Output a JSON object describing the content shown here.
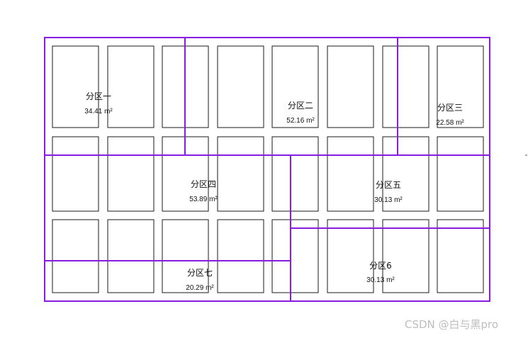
{
  "diagram": {
    "colors": {
      "partition_line": "#8a1be0",
      "cell_border": "#1a1a1a",
      "background": "#ffffff",
      "text": "#111111"
    },
    "grid": {
      "rows": 3,
      "columns": 8
    },
    "zones": [
      {
        "id": "zone-1",
        "name": "分区一",
        "area": "34.41 m²"
      },
      {
        "id": "zone-2",
        "name": "分区二",
        "area": "52.16 m²"
      },
      {
        "id": "zone-3",
        "name": "分区三",
        "area": "22.58 m²"
      },
      {
        "id": "zone-4",
        "name": "分区四",
        "area": "53.89 m²"
      },
      {
        "id": "zone-5",
        "name": "分区五",
        "area": "30.13 m²"
      },
      {
        "id": "zone-6",
        "name": "分区6",
        "area": "30.13 m²"
      },
      {
        "id": "zone-7",
        "name": "分区七",
        "area": "20.29 m²"
      }
    ]
  },
  "watermark": {
    "text": "CSDN @白与黑pro"
  }
}
